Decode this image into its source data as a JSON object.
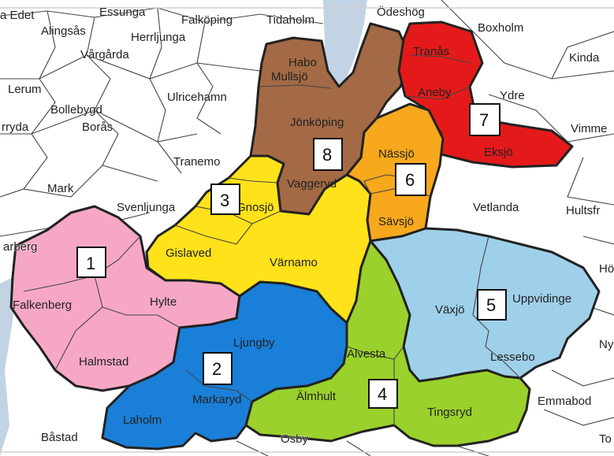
{
  "colors": {
    "region_1": "#f7a7c6",
    "region_2": "#1a7fd8",
    "region_3": "#ffe21a",
    "region_4": "#9ad12c",
    "region_5": "#9fd0ea",
    "region_6": "#f7a81c",
    "region_7": "#e41a1a",
    "region_8": "#a36a45",
    "lake": "#c2d3e4",
    "sea": "#c2d3e4",
    "land": "#ffffff"
  },
  "region_numbers": [
    "1",
    "2",
    "3",
    "4",
    "5",
    "6",
    "7",
    "8"
  ],
  "place_names": {
    "edet": "a Edet",
    "essunga": "Essunga",
    "falkoping": "Falköping",
    "tidaholm": "Tidaholm",
    "odeshog": "Ödeshög",
    "boxholm": "Boxholm",
    "alingsas": "Alingsås",
    "herrljunga": "Herrljunga",
    "vargarda": "Vårgårda",
    "kinda": "Kinda",
    "habo": "Habo",
    "mullsjo": "Mullsjö",
    "tranas": "Tranås",
    "lerum": "Lerum",
    "bollebygd": "Bollebygd",
    "ulricehamn": "Ulricehamn",
    "aneby": "Aneby",
    "ydre": "Ydre",
    "rryda": "rryda",
    "boras": "Borås",
    "jonkoping": "Jönköping",
    "vimmerby": "Vimme",
    "eksjo": "Eksjö",
    "tranemo": "Tranemo",
    "nassjo": "Nässjö",
    "mark": "Mark",
    "vaggeryd": "Vaggeryd",
    "svenljunga": "Svenljunga",
    "gnosjo": "Gnosjö",
    "vetlanda": "Vetlanda",
    "hultsfred": "Hultsfr",
    "varberg": "arberg",
    "gislaved": "Gislaved",
    "savsjo": "Sävsjö",
    "varnamo": "Värnamo",
    "hogsby": "Hö",
    "falkenberg": "Falkenberg",
    "hylte": "Hylte",
    "uppvidinge": "Uppvidinge",
    "vaxjo": "Växjö",
    "ljungby": "Ljungby",
    "alvesta": "Alvesta",
    "nybro": "Ny",
    "halmstad": "Halmstad",
    "lessebo": "Lessebo",
    "markaryd": "Markaryd",
    "almhult": "Älmhult",
    "emmaboda": "Emmabod",
    "tingsryd": "Tingsryd",
    "laholm": "Laholm",
    "bastad": "Båstad",
    "osby": "Osby",
    "torsas": "To"
  }
}
